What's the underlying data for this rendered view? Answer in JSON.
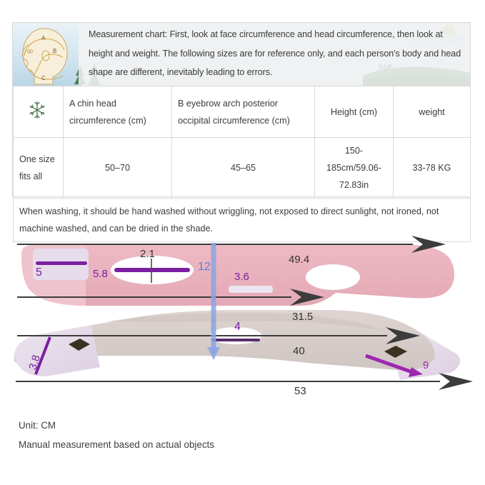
{
  "header": {
    "paragraph": "Measurement chart: First, look at face circumference and head circumference, then look at height and weight. The following sizes are for reference only, and each person's body and head shape are different, inevitably leading to errors.",
    "illustration": {
      "name": "head-measurement-illustration",
      "labels": [
        "A",
        "B",
        "C"
      ]
    },
    "scenery_icons": [
      "tree-icon",
      "sun-icon",
      "cloud-icon",
      "butterfly-icon",
      "grass-icon"
    ]
  },
  "table": {
    "headers": {
      "size": "",
      "chin": "A chin head circumference (cm)",
      "eyebrow": "B eyebrow arch posterior occipital circumference (cm)",
      "height": "Height (cm)",
      "weight": "weight"
    },
    "row": {
      "size": "One size fits all",
      "chin": "50–70",
      "eyebrow": "45–65",
      "height": "150-185cm/59.06-72.83in",
      "weight": "33-78 KG"
    },
    "washing_note": "When washing, it should be hand washed without wriggling, not exposed to direct sunlight, not ironed, not machine washed, and can be dried in the shade.",
    "washing_icon": "snowflake-icon"
  },
  "diagram": {
    "title": "face-slimming-strap-measurement-diagram",
    "measurements": [
      {
        "id": "m-5",
        "label": "5",
        "color": "#7b1fa2",
        "note": "upper-left strap width"
      },
      {
        "id": "m-58",
        "label": "5.8",
        "color": "#7b1fa2",
        "note": "ear-hole width"
      },
      {
        "id": "m-21",
        "label": "2.1",
        "color": "#333333",
        "note": "ear-hole height"
      },
      {
        "id": "m-12",
        "label": "12",
        "color": "#5b7fd4",
        "note": "overall band height"
      },
      {
        "id": "m-36",
        "label": "3.6",
        "color": "#7b1fa2",
        "note": "right opening width"
      },
      {
        "id": "m-4",
        "label": "4",
        "color": "#7b1fa2",
        "note": "lower opening width"
      },
      {
        "id": "m-38",
        "label": "3.8",
        "color": "#7b1fa2",
        "note": "lower-left strap width"
      },
      {
        "id": "m-9",
        "label": "9",
        "color": "#9c27b0",
        "note": "lower-right tab length"
      },
      {
        "id": "m-494",
        "label": "49.4",
        "color": "#333333",
        "note": "top span"
      },
      {
        "id": "m-315",
        "label": "31.5",
        "color": "#333333",
        "note": "middle span"
      },
      {
        "id": "m-40",
        "label": "40",
        "color": "#333333",
        "note": "lower-middle span"
      },
      {
        "id": "m-53",
        "label": "53",
        "color": "#333333",
        "note": "total bottom span"
      }
    ],
    "colors": {
      "strap_pink": "#e8b4bf",
      "strap_pink_light": "#efc6ce",
      "strap_lilac": "#e2d5e4",
      "strap_gray": "#d6cdc9",
      "arrow_dark": "#3c3c3c",
      "accent_purple": "#8e24aa",
      "accent_blue": "#7e9ce0"
    }
  },
  "footer": {
    "unit": "Unit: CM",
    "note": "Manual measurement based on actual objects"
  }
}
